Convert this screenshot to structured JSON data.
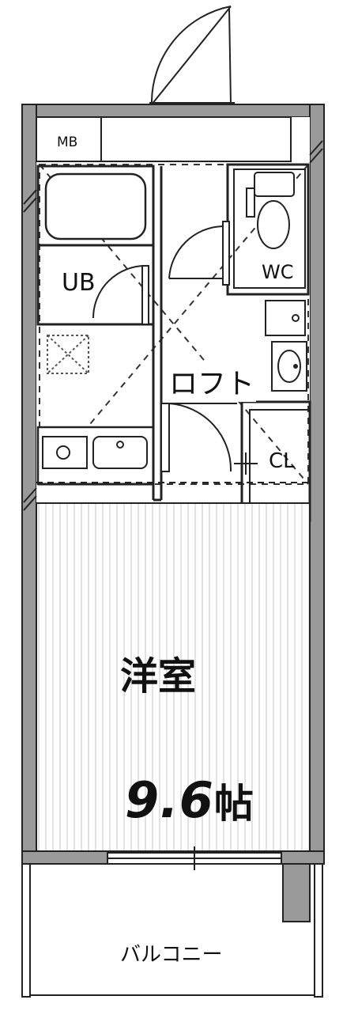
{
  "rooms": {
    "mb": "MB",
    "ub": "UB",
    "wc": "WC",
    "loft": "ロフト",
    "cl": "CL",
    "western_room": "洋室",
    "western_room_area": "9.6",
    "western_room_unit": "帖",
    "balcony": "バルコニー"
  },
  "colors": {
    "wall": "#9a9a9a",
    "line": "#222222",
    "floor_stripe": "#d8d8d8",
    "background": "#ffffff"
  }
}
